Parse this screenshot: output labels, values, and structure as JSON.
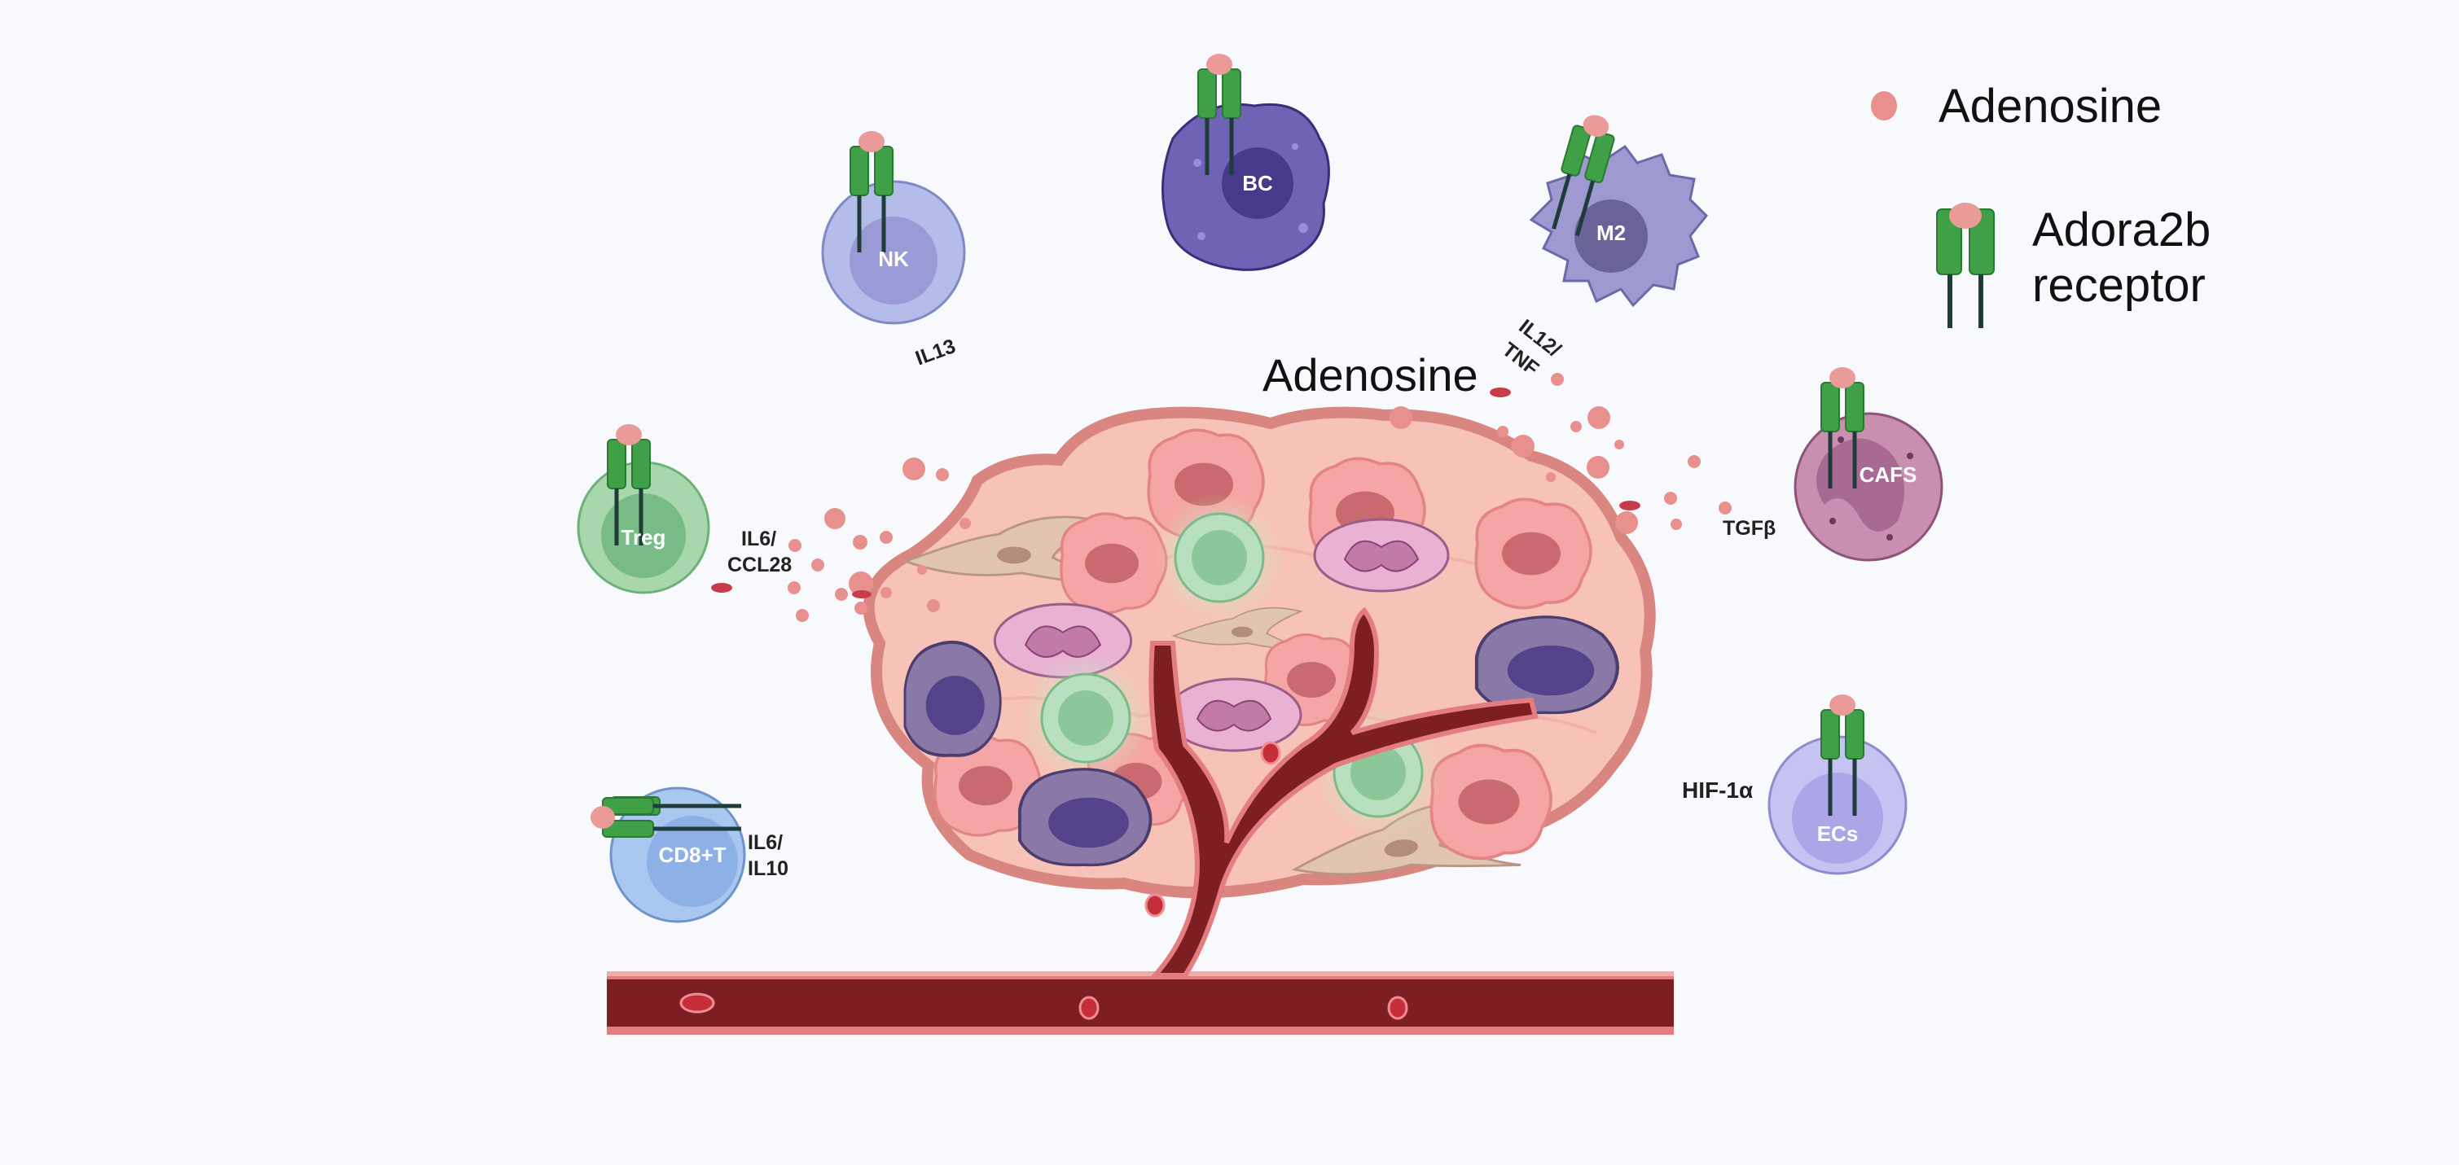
{
  "title": "Adenosine",
  "legend": {
    "adenosine": "Adenosine",
    "receptor_line1": "Adora2b",
    "receptor_line2": "receptor"
  },
  "cells": {
    "nk": "NK",
    "bc": "BC",
    "m2": "M2",
    "treg": "Treg",
    "cafs": "CAFS",
    "cd8t": "CD8+T",
    "ecs": "ECs"
  },
  "signals": {
    "il13": "IL13",
    "il12_tnf_line1": "IL12/",
    "il12_tnf_line2": "TNF",
    "il6_ccl28_line1": "IL6/",
    "il6_ccl28_line2": "CCL28",
    "tgfb": "TGFβ",
    "il6_il10_line1": "IL6/",
    "il6_il10_line2": "IL10",
    "hif1a": "HIF-1α"
  },
  "colors": {
    "adenosine": "#e8908e",
    "receptor": "#3fa047",
    "tumor": "#f7c2b8",
    "vessel": "#7c1e22",
    "nk": "#b4bde9",
    "bc": "#6f63b6",
    "m2": "#9e9ad1",
    "treg": "#a9d7ad",
    "cafs": "#c88fb0",
    "cd8t": "#a9c7ef",
    "ecs": "#c5c3f2"
  }
}
